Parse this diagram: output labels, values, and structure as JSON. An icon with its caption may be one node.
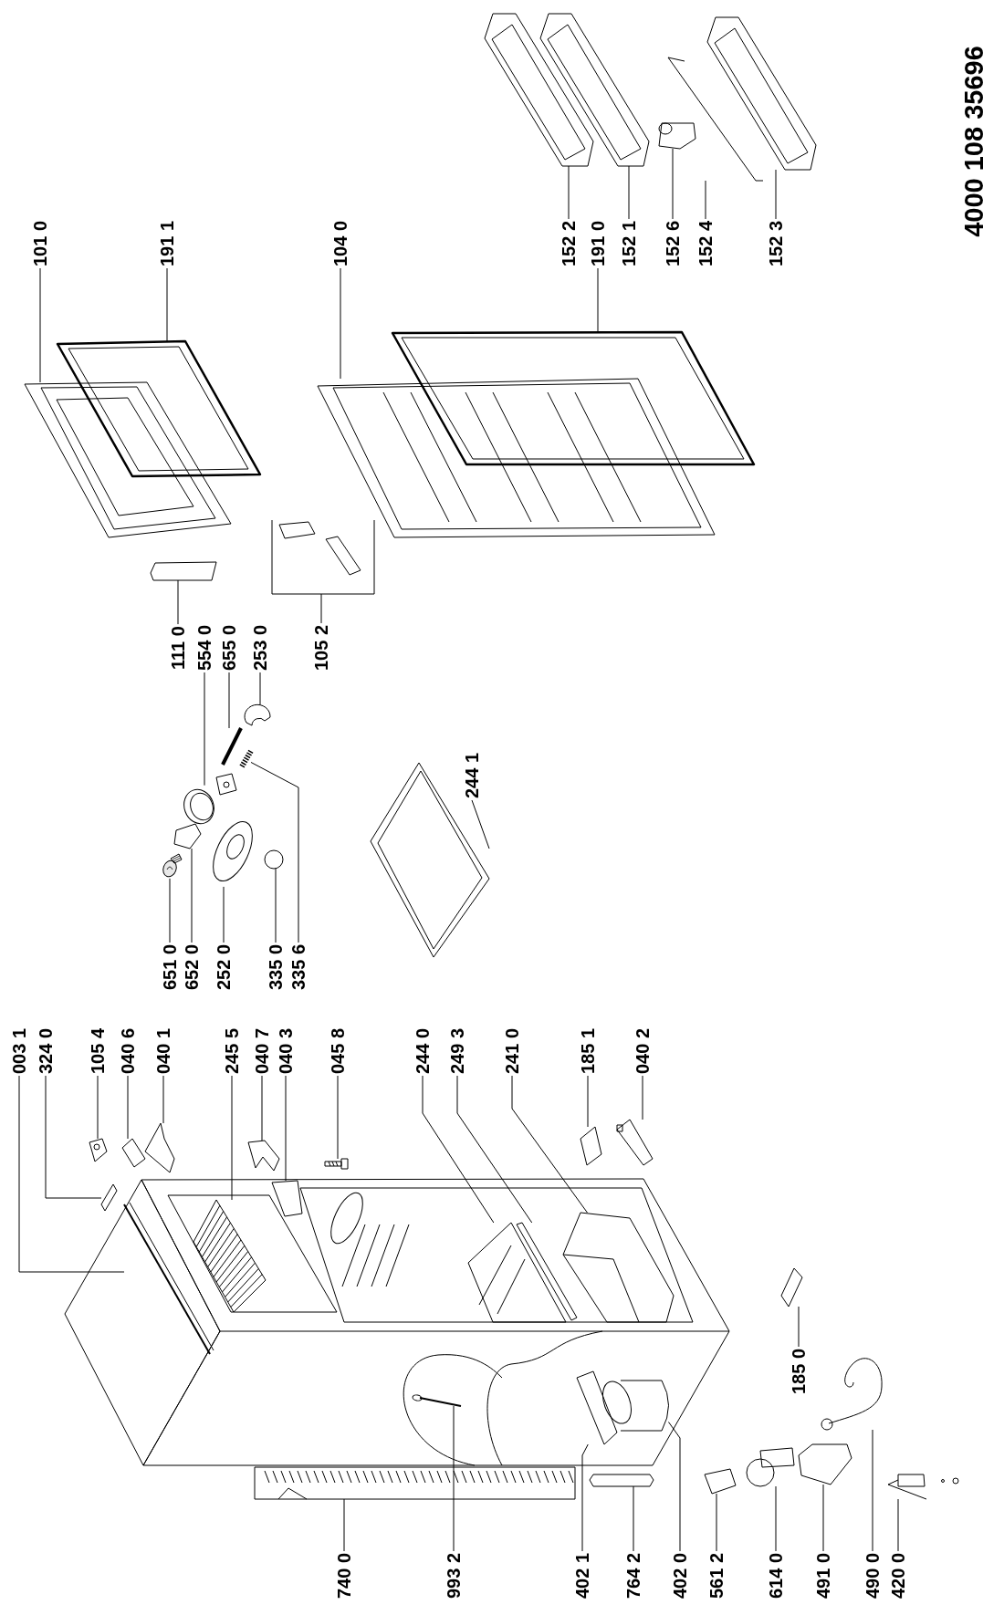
{
  "diagram": {
    "nodes": [
      {
        "text": [
          "101 0"
        ]
      },
      {
        "text": [
          "191 1"
        ]
      },
      {
        "text": [
          "104 0"
        ]
      },
      {
        "text": [
          "152 2"
        ]
      },
      {
        "text": [
          "191 0"
        ]
      },
      {
        "text": [
          "152 1"
        ]
      },
      {
        "text": [
          "152 6"
        ]
      },
      {
        "text": [
          "152 4"
        ]
      },
      {
        "text": [
          "152 3"
        ]
      },
      {
        "text": [
          "111 0"
        ]
      },
      {
        "text": [
          "554 0"
        ]
      },
      {
        "text": [
          "655 0"
        ]
      },
      {
        "text": [
          "253 0"
        ]
      },
      {
        "text": [
          "105 2"
        ]
      },
      {
        "text": [
          "244 1"
        ]
      },
      {
        "text": [
          "651 0"
        ]
      },
      {
        "text": [
          "652 0"
        ]
      },
      {
        "text": [
          "252 0"
        ]
      },
      {
        "text": [
          "335 0"
        ]
      },
      {
        "text": [
          "335 6"
        ]
      },
      {
        "text": [
          "003 1"
        ]
      },
      {
        "text": [
          "324 0"
        ]
      },
      {
        "text": [
          "105 4"
        ]
      },
      {
        "text": [
          "040 6"
        ]
      },
      {
        "text": [
          "040 1"
        ]
      },
      {
        "text": [
          "245 5"
        ]
      },
      {
        "text": [
          "040 7"
        ]
      },
      {
        "text": [
          "040 3"
        ]
      },
      {
        "text": [
          "045 8"
        ]
      },
      {
        "text": [
          "244 0"
        ]
      },
      {
        "text": [
          "249 3"
        ]
      },
      {
        "text": [
          "241 0"
        ]
      },
      {
        "text": [
          "185 1"
        ]
      },
      {
        "text": [
          "040 2"
        ]
      },
      {
        "text": [
          "185 0"
        ]
      },
      {
        "text": [
          "740 0"
        ]
      },
      {
        "text": [
          "993 2"
        ]
      },
      {
        "text": [
          "402 1"
        ]
      },
      {
        "text": [
          "764 2"
        ]
      },
      {
        "text": [
          "402 0"
        ]
      },
      {
        "text": [
          "561 2"
        ]
      },
      {
        "text": [
          "614 0"
        ]
      },
      {
        "text": [
          "491 0"
        ]
      },
      {
        "text": [
          "490 0"
        ]
      },
      {
        "text": [
          "420 0"
        ]
      },
      {
        "text": [],
        "shape": "picture"
      },
      {
        "text": [],
        "shape": "picture"
      },
      {
        "text": [],
        "shape": "picture"
      },
      {
        "text": [],
        "shape": "picture"
      },
      {
        "text": [],
        "shape": "picture"
      },
      {
        "text": [],
        "shape": "picture"
      },
      {
        "text": [],
        "shape": "picture"
      },
      {
        "text": [],
        "shape": "picture"
      },
      {
        "text": [],
        "shape": "picture"
      },
      {
        "text": [],
        "shape": "picture"
      },
      {
        "text": [],
        "shape": "picture"
      },
      {
        "text": [],
        "shape": "picture"
      },
      {
        "text": [],
        "shape": "picture"
      },
      {
        "text": [],
        "shape": "picture"
      },
      {
        "text": [],
        "shape": "picture"
      },
      {
        "text": [],
        "shape": "picture"
      },
      {
        "text": [],
        "shape": "picture"
      },
      {
        "text": [],
        "shape": "picture"
      },
      {
        "text": [],
        "shape": "picture"
      },
      {
        "text": [],
        "shape": "picture"
      },
      {
        "text": [],
        "shape": "picture"
      },
      {
        "text": [],
        "shape": "picture"
      },
      {
        "text": [],
        "shape": "picture"
      },
      {
        "text": [],
        "shape": "picture"
      },
      {
        "text": [],
        "shape": "picture"
      },
      {
        "text": [],
        "shape": "picture"
      },
      {
        "text": [],
        "shape": "picture"
      },
      {
        "text": [],
        "shape": "picture"
      },
      {
        "text": [],
        "shape": "picture"
      },
      {
        "text": [],
        "shape": "picture"
      },
      {
        "text": [],
        "shape": "picture"
      },
      {
        "text": [],
        "shape": "picture"
      },
      {
        "text": [],
        "shape": "picture"
      },
      {
        "text": [],
        "shape": "picture"
      },
      {
        "text": [],
        "shape": "picture"
      },
      {
        "text": [],
        "shape": "picture"
      },
      {
        "text": [],
        "shape": "picture"
      },
      {
        "text": [],
        "shape": "picture"
      },
      {
        "text": [],
        "shape": "picture"
      },
      {
        "text": [],
        "shape": "picture"
      },
      {
        "text": [],
        "shape": "picture"
      },
      {
        "text": [],
        "shape": "picture"
      },
      {
        "text": [],
        "shape": "picture"
      },
      {
        "text": [],
        "shape": "picture"
      },
      {
        "text": [],
        "shape": "picture"
      }
    ],
    "edges": [
      {
        "from": 0,
        "to": 45,
        "arrow": "none"
      },
      {
        "from": 1,
        "to": 46,
        "arrow": "none"
      },
      {
        "from": 2,
        "to": 47,
        "arrow": "none"
      },
      {
        "from": 3,
        "to": 48,
        "arrow": "none"
      },
      {
        "from": 4,
        "to": 49,
        "arrow": "none"
      },
      {
        "from": 5,
        "to": 50,
        "arrow": "none"
      },
      {
        "from": 6,
        "to": 51,
        "arrow": "none"
      },
      {
        "from": 7,
        "to": 52,
        "arrow": "none"
      },
      {
        "from": 8,
        "to": 53,
        "arrow": "none"
      },
      {
        "from": 9,
        "to": 54,
        "arrow": "none"
      },
      {
        "from": 10,
        "to": 55,
        "arrow": "none"
      },
      {
        "from": 11,
        "to": 56,
        "arrow": "none"
      },
      {
        "from": 12,
        "to": 57,
        "arrow": "none"
      },
      {
        "from": 13,
        "to": 58,
        "arrow": "none"
      },
      {
        "from": 14,
        "to": 59,
        "arrow": "none"
      },
      {
        "from": 15,
        "to": 60,
        "arrow": "none"
      },
      {
        "from": 16,
        "to": 61,
        "arrow": "none"
      },
      {
        "from": 17,
        "to": 62,
        "arrow": "none"
      },
      {
        "from": 18,
        "to": 63,
        "arrow": "none"
      },
      {
        "from": 19,
        "to": 64,
        "arrow": "none"
      },
      {
        "from": 20,
        "to": 65,
        "arrow": "none"
      },
      {
        "from": 21,
        "to": 66,
        "arrow": "none"
      },
      {
        "from": 22,
        "to": 67,
        "arrow": "none"
      },
      {
        "from": 23,
        "to": 68,
        "arrow": "none"
      },
      {
        "from": 24,
        "to": 69,
        "arrow": "none"
      },
      {
        "from": 25,
        "to": 70,
        "arrow": "none"
      },
      {
        "from": 26,
        "to": 71,
        "arrow": "none"
      },
      {
        "from": 27,
        "to": 72,
        "arrow": "none"
      },
      {
        "from": 28,
        "to": 73,
        "arrow": "none"
      },
      {
        "from": 29,
        "to": 74,
        "arrow": "none"
      },
      {
        "from": 30,
        "to": 75,
        "arrow": "none"
      },
      {
        "from": 31,
        "to": 76,
        "arrow": "none"
      },
      {
        "from": 32,
        "to": 77,
        "arrow": "none"
      },
      {
        "from": 33,
        "to": 78,
        "arrow": "none"
      },
      {
        "from": 34,
        "to": 79,
        "arrow": "none"
      },
      {
        "from": 35,
        "to": 80,
        "arrow": "none"
      },
      {
        "from": 36,
        "to": 81,
        "arrow": "none"
      },
      {
        "from": 37,
        "to": 82,
        "arrow": "none"
      },
      {
        "from": 38,
        "to": 83,
        "arrow": "none"
      },
      {
        "from": 39,
        "to": 84,
        "arrow": "none"
      },
      {
        "from": 40,
        "to": 85,
        "arrow": "none"
      },
      {
        "from": 41,
        "to": 86,
        "arrow": "none"
      },
      {
        "from": 42,
        "to": 87,
        "arrow": "none"
      },
      {
        "from": 43,
        "to": 88,
        "arrow": "none"
      },
      {
        "from": 44,
        "to": 89,
        "arrow": "none"
      }
    ],
    "labels": [
      "4000 108 35696"
    ]
  }
}
